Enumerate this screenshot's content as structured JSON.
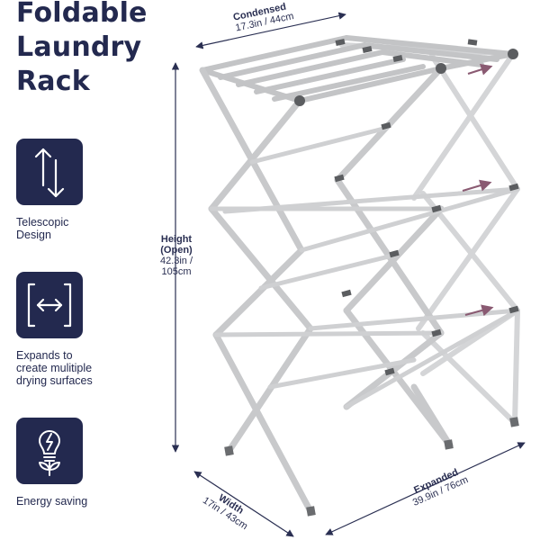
{
  "title": {
    "line1": "Foldable",
    "line2": "Laundry",
    "line3": "Rack"
  },
  "features": [
    {
      "icon": "telescopic-arrows-icon",
      "line1": "Telescopic",
      "line2": "Design",
      "line3": ""
    },
    {
      "icon": "expand-bracket-arrows-icon",
      "line1": "Expands to",
      "line2": "create mulitiple",
      "line3": "drying surfaces"
    },
    {
      "icon": "lightbulb-leaf-icon",
      "line1": "Energy saving",
      "line2": "",
      "line3": ""
    }
  ],
  "dimensions": {
    "condensed": {
      "label": "Condensed",
      "value": "17.3in / 44cm"
    },
    "height": {
      "label_line1": "Height",
      "label_line2": "(Open)",
      "value_line1": "42.3in /",
      "value_line2": "105cm"
    },
    "width": {
      "label": "Width",
      "value": "17in / 43cm"
    },
    "expanded": {
      "label": "Expanded",
      "value": "39.9in / 76cm"
    }
  },
  "colors": {
    "brand_navy": "#23294f",
    "rack_silver": "#c9cacc",
    "rack_joint": "#5b5d60",
    "arrow_accent": "#8a5a72"
  }
}
